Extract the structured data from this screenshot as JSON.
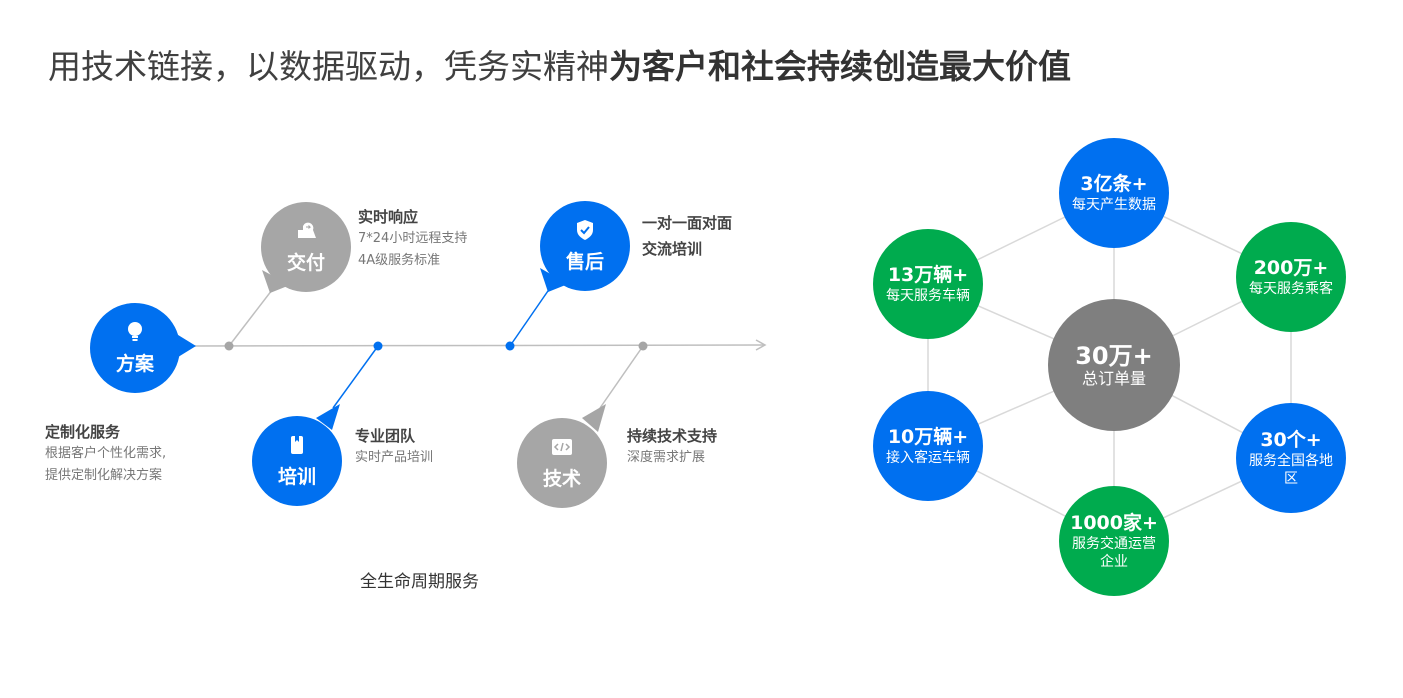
{
  "title": {
    "normal": "用技术链接，以数据驱动，凭务实精神",
    "bold": "为客户和社会持续创造最大价值"
  },
  "colors": {
    "blue": "#0070f0",
    "gray": "#a6a6a6",
    "green": "#00ab4e",
    "center": "#7f7f7f"
  },
  "lifecycle": {
    "caption": "全生命周期服务",
    "stages": [
      {
        "label": "方案",
        "icon": "lightbulb-icon",
        "heading": "定制化服务",
        "lines": [
          "根据客户个性化需求,",
          "提供定制化解决方案"
        ]
      },
      {
        "label": "交付",
        "icon": "delivery-icon",
        "heading": "实时响应",
        "lines": [
          "7*24小时远程支持",
          "4A级服务标准"
        ]
      },
      {
        "label": "培训",
        "icon": "book-icon",
        "heading": "专业团队",
        "lines": [
          "实时产品培训"
        ]
      },
      {
        "label": "售后",
        "icon": "shield-check-icon",
        "heading": "一对一面对面",
        "lines": [
          "交流培训"
        ]
      },
      {
        "label": "技术",
        "icon": "code-icon",
        "heading": "持续技术支持",
        "lines": [
          "深度需求扩展"
        ]
      }
    ]
  },
  "stats": {
    "center": {
      "value": "30万+",
      "label": "总订单量"
    },
    "items": [
      {
        "value": "3亿条+",
        "label": "每天产生数据"
      },
      {
        "value": "200万+",
        "label": "每天服务乘客"
      },
      {
        "value": "30个+",
        "label": "服务全国各地区"
      },
      {
        "value": "1000家+",
        "label": "服务交通运营企业"
      },
      {
        "value": "10万辆+",
        "label": "接入客运车辆"
      },
      {
        "value": "13万辆+",
        "label": "每天服务车辆"
      }
    ]
  }
}
